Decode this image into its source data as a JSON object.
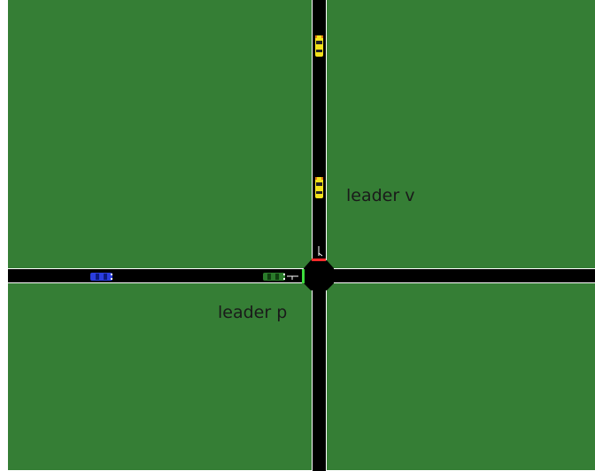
{
  "colors": {
    "background": "#ffffff",
    "grass": "#357e35",
    "road": "#000000",
    "lane_edge": "#ffffff",
    "signal_red": "#ff2a2a",
    "signal_green": "#3ddc3d",
    "vehicle_yellow": "#f3e21c",
    "vehicle_yellow_accent": "#e07a10",
    "vehicle_blue": "#2a3ddf",
    "vehicle_green": "#2a7a2a"
  },
  "labels": {
    "leader_v": "leader v",
    "leader_p": "leader p"
  },
  "signals": {
    "north_approach": "red",
    "west_approach": "green"
  },
  "vehicles": [
    {
      "id": "yellow-car-1",
      "color": "yellow",
      "approach": "north",
      "heading": "south"
    },
    {
      "id": "yellow-car-2",
      "color": "yellow",
      "approach": "north",
      "heading": "south",
      "leader": "leader v"
    },
    {
      "id": "blue-car",
      "color": "blue",
      "approach": "west",
      "heading": "east"
    },
    {
      "id": "green-car",
      "color": "green",
      "approach": "west",
      "heading": "east",
      "leader": "leader p"
    }
  ]
}
